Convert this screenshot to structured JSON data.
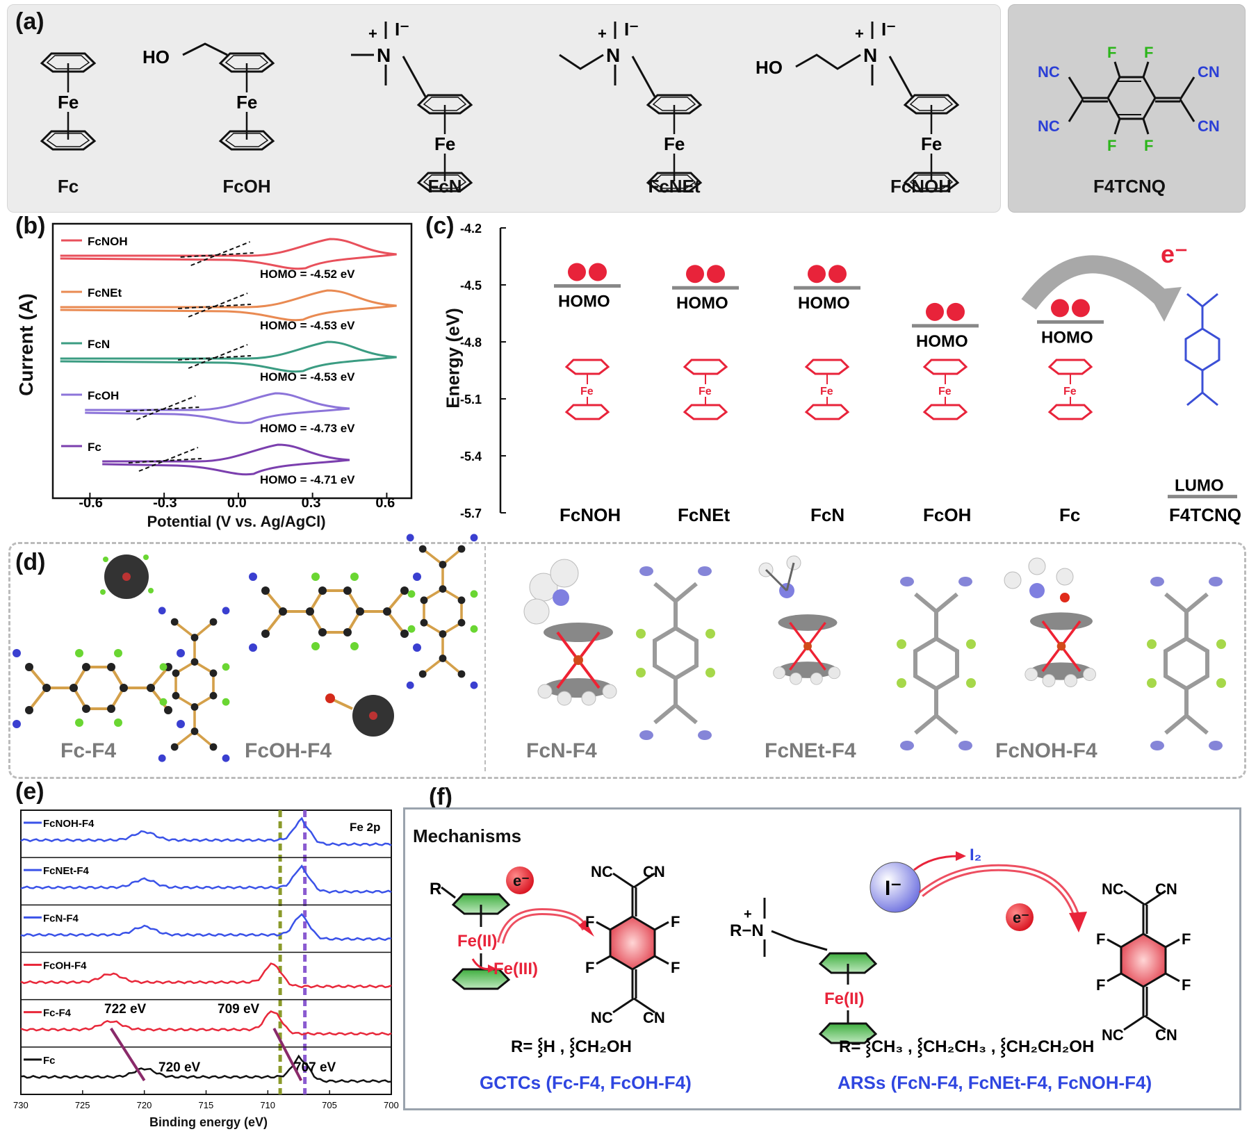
{
  "panel_a": {
    "label": "(a)",
    "compounds": [
      "Fc",
      "FcOH",
      "FcN",
      "FcNEt",
      "FcNOH"
    ],
    "acceptor": "F4TCNQ",
    "atoms": {
      "fe": "Fe",
      "ho": "HO",
      "iodide": "I⁻",
      "nc": "NC",
      "cn": "CN",
      "f": "F"
    }
  },
  "panel_b": {
    "label": "(b)",
    "chart_data": {
      "type": "line",
      "xlabel": "Potential (V vs. Ag/AgCl)",
      "ylabel": "Current (A)",
      "xlim": [
        -0.75,
        0.7
      ],
      "xticks": [
        "-0.6",
        "-0.3",
        "0.0",
        "0.3",
        "0.6"
      ],
      "xtick_values": [
        -0.6,
        -0.3,
        0.0,
        0.3,
        0.6
      ],
      "series": [
        {
          "name": "FcNOH",
          "color": "#e8505b",
          "homo": "HOMO = -4.52 eV",
          "E_half": 0.3,
          "xmin": -0.72,
          "xmax": 0.64
        },
        {
          "name": "FcNEt",
          "color": "#e98a52",
          "homo": "HOMO = -4.53 eV",
          "E_half": 0.29,
          "xmin": -0.72,
          "xmax": 0.64
        },
        {
          "name": "FcN",
          "color": "#3b9c82",
          "homo": "HOMO = -4.53 eV",
          "E_half": 0.29,
          "xmin": -0.72,
          "xmax": 0.64
        },
        {
          "name": "FcOH",
          "color": "#8c74d9",
          "homo": "HOMO = -4.73 eV",
          "E_half": 0.08,
          "xmin": -0.62,
          "xmax": 0.45
        },
        {
          "name": "Fc",
          "color": "#7b3fae",
          "homo": "HOMO = -4.71 eV",
          "E_half": 0.09,
          "xmin": -0.55,
          "xmax": 0.45
        }
      ]
    }
  },
  "panel_c": {
    "label": "(c)",
    "chart_data": {
      "type": "scatter",
      "ylabel": "Energy (eV)",
      "ylim": [
        -5.7,
        -4.2
      ],
      "yticks": [
        "-4.2",
        "-4.5",
        "-4.8",
        "-5.1",
        "-5.4",
        "-5.7"
      ],
      "ytick_values": [
        -4.2,
        -4.5,
        -4.8,
        -5.1,
        -5.4,
        -5.7
      ],
      "categories": [
        "FcNOH",
        "FcNEt",
        "FcN",
        "FcOH",
        "Fc",
        "F4TCNQ"
      ],
      "levels": [
        {
          "name": "FcNOH",
          "label": "HOMO",
          "energy": -4.52
        },
        {
          "name": "FcNEt",
          "label": "HOMO",
          "energy": -4.53
        },
        {
          "name": "FcN",
          "label": "HOMO",
          "energy": -4.53
        },
        {
          "name": "FcOH",
          "label": "HOMO",
          "energy": -4.73
        },
        {
          "name": "Fc",
          "label": "HOMO",
          "energy": -4.71
        },
        {
          "name": "F4TCNQ",
          "label": "LUMO",
          "energy": -5.6
        }
      ],
      "electron_label": "e⁻",
      "colors": {
        "donor": "#e8233a",
        "acceptor": "#3b4fd6",
        "arrow": "#a8a8a8"
      }
    }
  },
  "panel_d": {
    "label": "(d)",
    "structures": [
      "Fc-F4",
      "FcOH-F4",
      "FcN-F4",
      "FcNEt-F4",
      "FcNOH-F4"
    ]
  },
  "panel_e": {
    "label": "(e)",
    "chart_data": {
      "type": "line",
      "xlabel": "Binding energy (eV)",
      "xlim": [
        730,
        700
      ],
      "xticks": [
        "730",
        "725",
        "720",
        "715",
        "710",
        "705",
        "700"
      ],
      "xtick_values": [
        730,
        725,
        720,
        715,
        710,
        705,
        700
      ],
      "region_label": "Fe 2p",
      "series": [
        {
          "name": "FcNOH-F4",
          "color": "#3a52e8",
          "peaks": [
            720.0,
            707.2
          ]
        },
        {
          "name": "FcNEt-F4",
          "color": "#3a52e8",
          "peaks": [
            720.0,
            707.2
          ]
        },
        {
          "name": "FcN-F4",
          "color": "#3a52e8",
          "peaks": [
            720.0,
            707.2
          ]
        },
        {
          "name": "FcOH-F4",
          "color": "#e8283a",
          "peaks": [
            722.7,
            709.5
          ]
        },
        {
          "name": "Fc-F4",
          "color": "#e8283a",
          "peaks": [
            722.7,
            709.5
          ]
        },
        {
          "name": "Fc",
          "color": "#111111",
          "peaks": [
            720.0,
            707.3
          ]
        }
      ],
      "annotations": [
        "722 eV",
        "709 eV",
        "720 eV",
        "707 eV"
      ],
      "reference_lines": [
        709,
        707
      ]
    }
  },
  "panel_f": {
    "label": "(f)",
    "title": "Mechanisms",
    "left": {
      "r_label": "R",
      "fe2": "Fe(II)",
      "fe3": "Fe(III)",
      "electron": "e⁻",
      "r_def": "R= ⸾H , ⸾CH₂OH",
      "caption": "GCTCs (Fc-F4, FcOH-F4)"
    },
    "right": {
      "iodide": "I⁻",
      "i2": "I₂",
      "fe2": "Fe(II)",
      "electron": "e⁻",
      "r_group": "R−N",
      "r_def": "R= ⸾CH₃ , ⸾CH₂CH₃ , ⸾CH₂CH₂OH",
      "caption": "ARSs (FcN-F4, FcNEt-F4, FcNOH-F4)"
    },
    "atoms": {
      "nc": "NC",
      "cn": "CN",
      "f": "F"
    }
  }
}
